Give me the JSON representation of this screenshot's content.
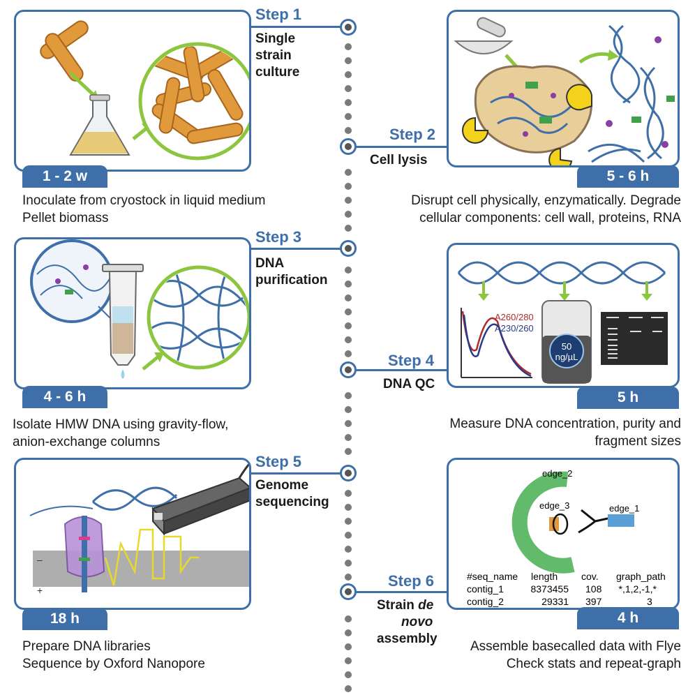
{
  "steps": [
    {
      "label": "Step 1",
      "name": [
        "Single",
        "strain",
        "culture"
      ],
      "time": "1 - 2 w",
      "caption": [
        "Inoculate from cryostock in liquid medium",
        "Pellet biomass"
      ]
    },
    {
      "label": "Step 2",
      "name": [
        "Cell lysis"
      ],
      "time": "5 - 6 h",
      "caption": [
        "Disrupt cell physically, enzymatically. Degrade",
        "cellular components: cell wall, proteins, RNA"
      ]
    },
    {
      "label": "Step 3",
      "name": [
        "DNA",
        "purification"
      ],
      "time": "4 - 6 h",
      "caption": [
        "Isolate HMW DNA using gravity-flow,",
        "anion-exchange columns"
      ]
    },
    {
      "label": "Step 4",
      "name": [
        "DNA QC"
      ],
      "time": "5 h",
      "caption": [
        "Measure DNA concentration, purity and",
        "fragment sizes"
      ]
    },
    {
      "label": "Step 5",
      "name": [
        "Genome",
        "sequencing"
      ],
      "time": "18 h",
      "caption": [
        "Prepare DNA libraries",
        "Sequence by Oxford Nanopore"
      ]
    },
    {
      "label": "Step 6",
      "name_line1": "Strain",
      "name_italic_1": "de",
      "name_italic_2": "novo",
      "name_line3": "assembly",
      "time": "4 h",
      "caption": [
        "Assemble basecalled data with Flye",
        "Check stats and repeat-graph"
      ]
    }
  ],
  "qc": {
    "ratio1": "A260/280",
    "ratio2": "A230/260",
    "conc_value": "50",
    "conc_unit": "ng/µL"
  },
  "assembly": {
    "edges": [
      "edge_2",
      "edge_3",
      "edge_1"
    ],
    "table_header": [
      "#seq_name",
      "length",
      "cov.",
      "graph_path"
    ],
    "rows": [
      [
        "contig_1",
        "8373455",
        "108",
        "*,1,2,-1,*"
      ],
      [
        "contig_2",
        "29331",
        "397",
        "3"
      ]
    ]
  },
  "colors": {
    "accent": "#3f6fa8",
    "green": "#8cc63f",
    "bacteria": "#e09a3c",
    "dna": "#3f6fa8"
  }
}
